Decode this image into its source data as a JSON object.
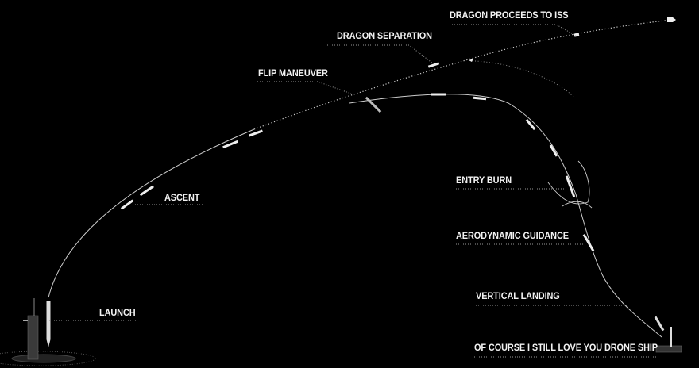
{
  "labels": {
    "iss": "DRAGON PROCEEDS TO ISS",
    "separation": "DRAGON SEPARATION",
    "flip": "FLIP MANEUVER",
    "ascent": "ASCENT",
    "entry": "ENTRY BURN",
    "aero": "AERODYNAMIC GUIDANCE",
    "vertical": "VERTICAL LANDING",
    "launch": "LAUNCH",
    "droneship": "OF COURSE I STILL LOVE YOU DRONE SHIP"
  },
  "colors": {
    "background": "#000000",
    "line": "#d8d8d8",
    "text": "#f2f2f2"
  }
}
